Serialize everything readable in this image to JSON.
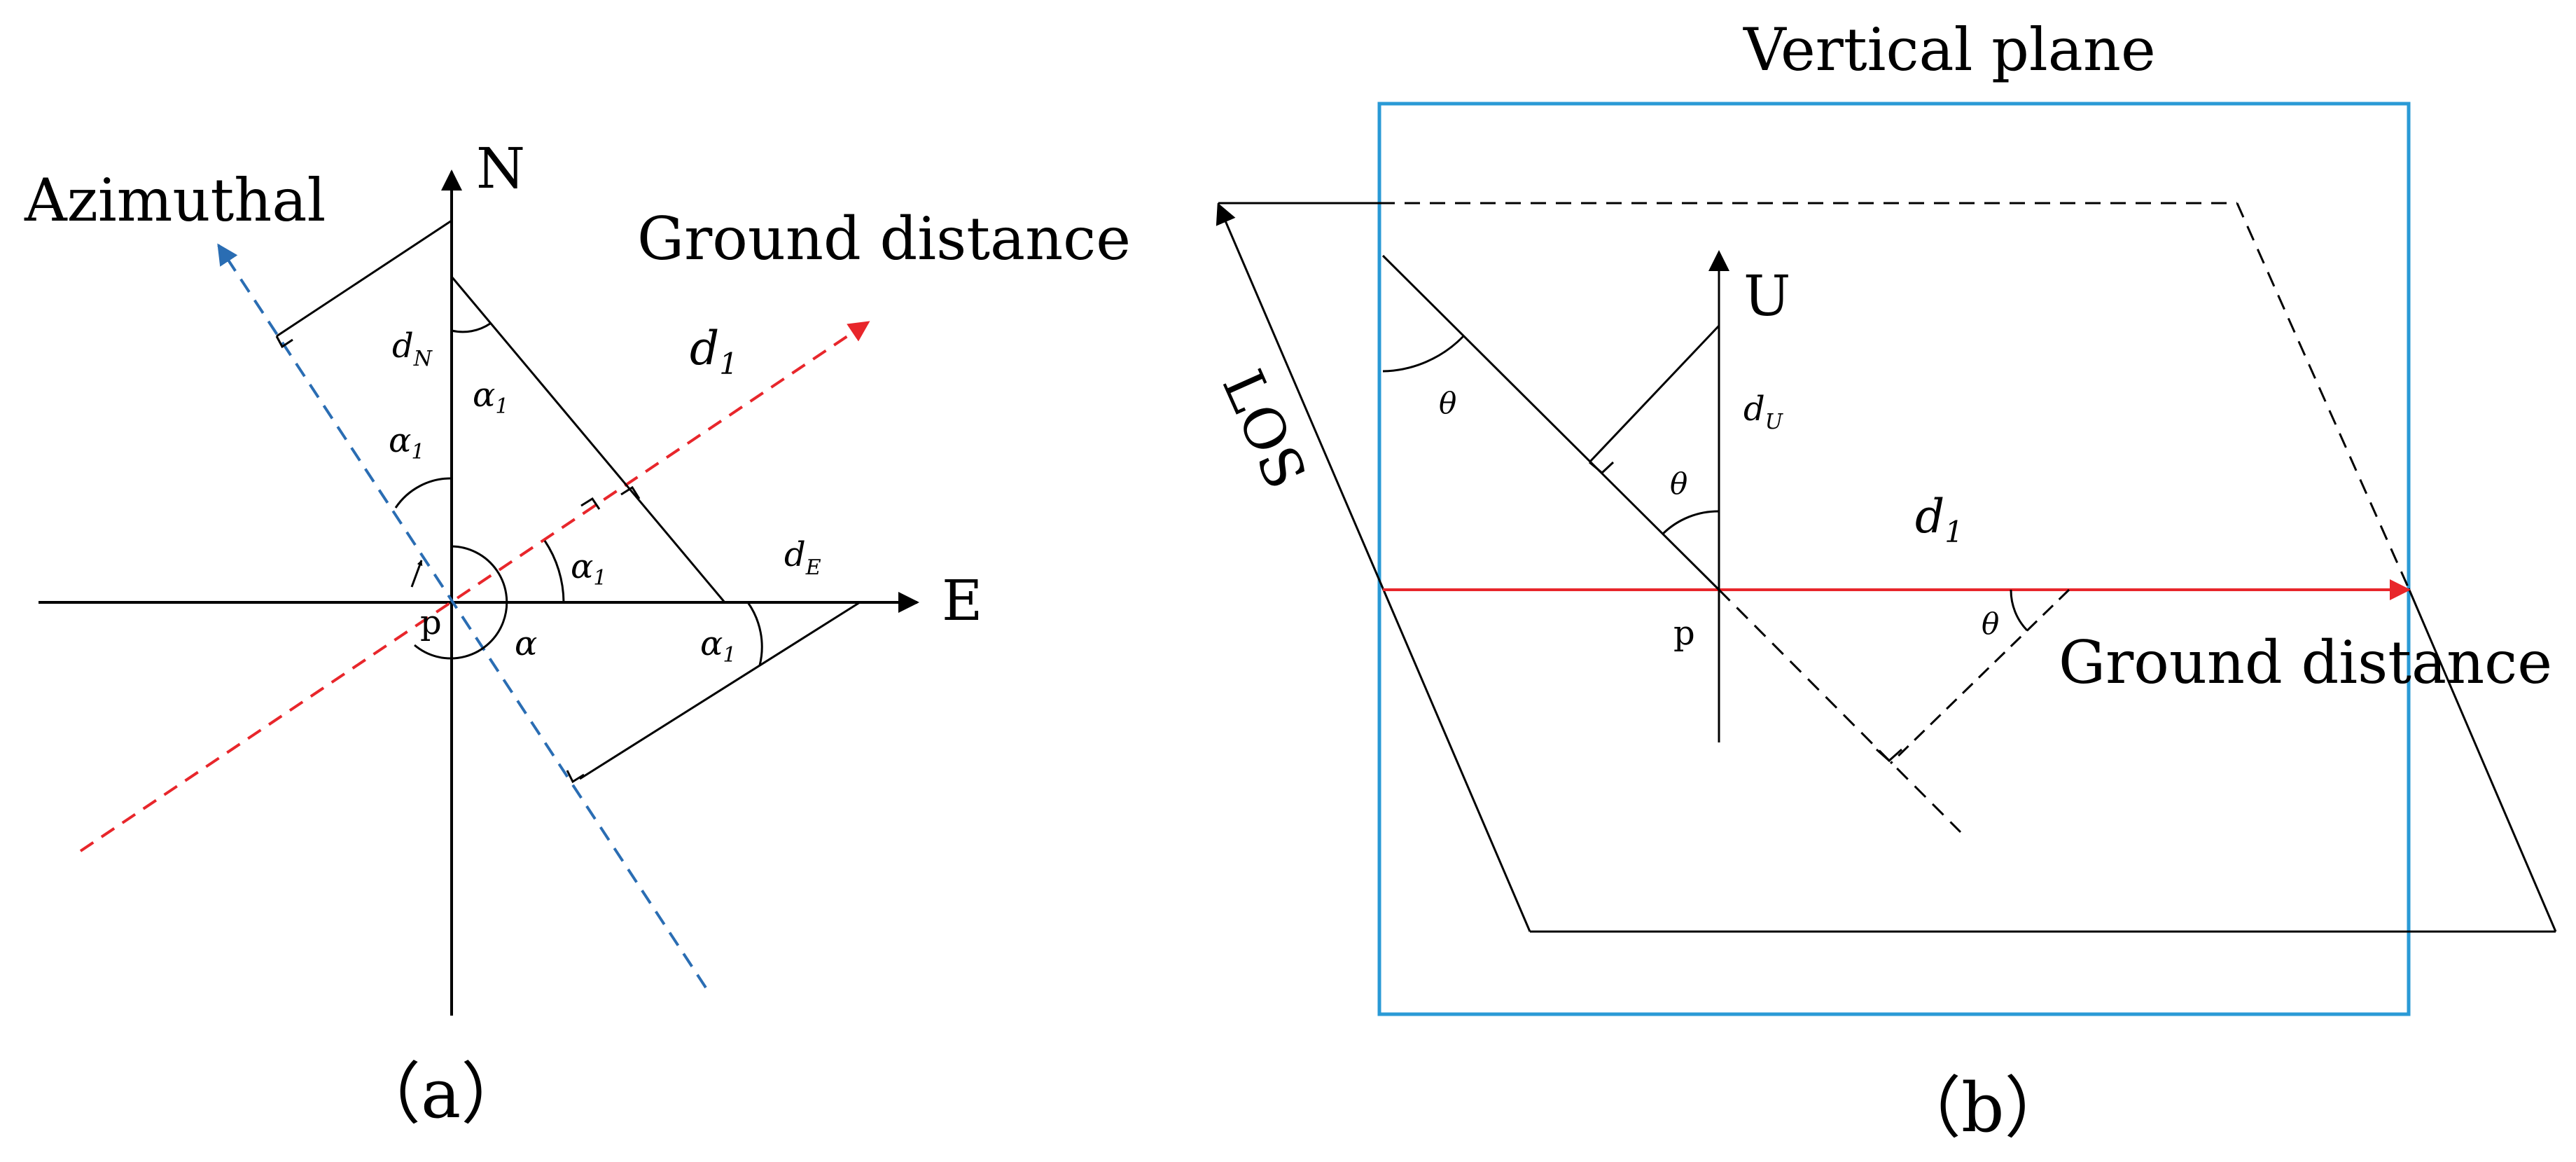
{
  "panel_a": {
    "labels": {
      "north": "N",
      "east": "E",
      "azimuthal": "Azimuthal",
      "ground_distance": "Ground distance",
      "point": "p",
      "d1_base": "d",
      "d1_sub": "1",
      "dN_base": "d",
      "dN_sub": "N",
      "dE_base": "d",
      "dE_sub": "E",
      "alpha": "α",
      "alpha1_base": "α",
      "alpha1_sub": "1"
    },
    "caption": "（a）"
  },
  "panel_b": {
    "labels": {
      "vertical_plane": "Vertical plane",
      "up": "U",
      "los": "LOS",
      "ground_distance": "Ground distance",
      "point": "p",
      "d1_base": "d",
      "d1_sub": "1",
      "dU_base": "d",
      "dU_sub": "U",
      "theta": "θ"
    },
    "caption": "（b）"
  },
  "colors": {
    "line": "#000000",
    "ground_distance_line": "#e8262b",
    "azimuthal_line": "#2a6db3",
    "vertical_plane_frame": "#2a9ad6"
  }
}
